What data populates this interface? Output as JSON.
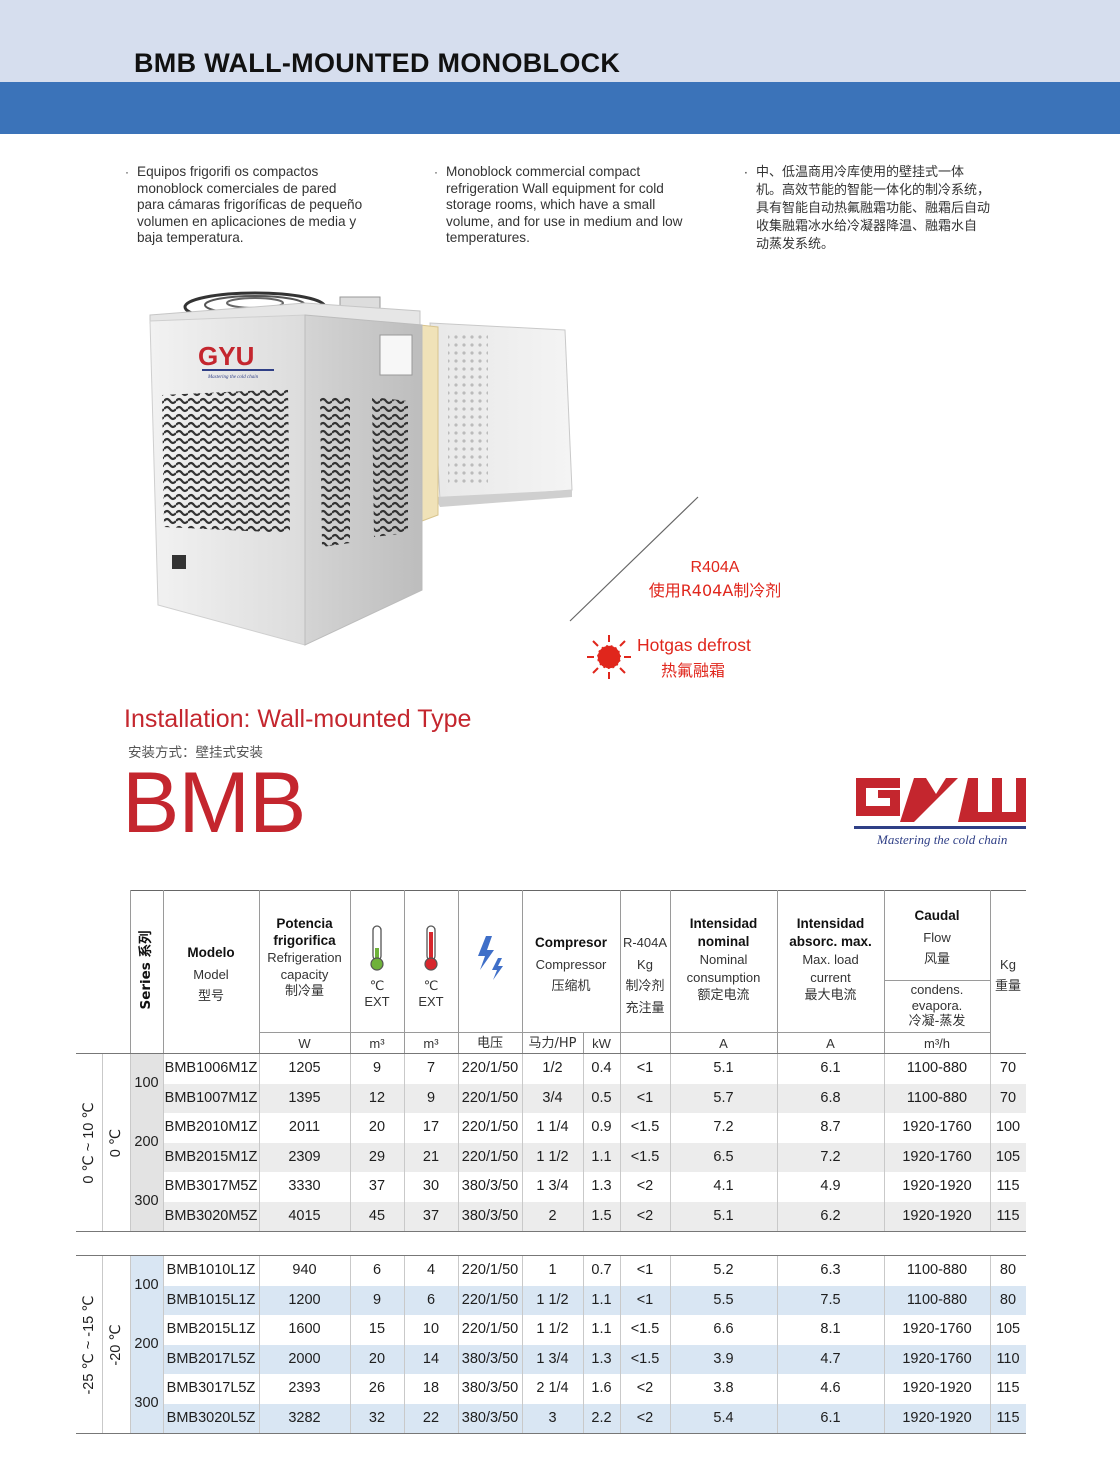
{
  "header": {
    "title": "BMB WALL-MOUNTED MONOBLOCK"
  },
  "intro": {
    "es": [
      "Equipos frigorifi  os compactos",
      "monoblock comerciales de pared",
      "para cámaras frigoríficas de pequeño",
      "volumen en aplicaciones de media y",
      "baja temperatura."
    ],
    "en": [
      "Monoblock commercial compact",
      "refrigeration Wall equipment for cold",
      "storage rooms, which have a small",
      "volume, and for use in medium and low",
      "temperatures."
    ],
    "cn": [
      "中、低温商用冷库使用的壁挂式一体",
      "机。高效节能的智能一体化的制冷系统，",
      "具有智能自动热氟融霜功能、融霜后自动",
      "收集融霜冰水给冷凝器降温、融霜水自",
      "动蒸发系统。"
    ]
  },
  "product_image": {
    "logo_text": "GYU",
    "logo_sub": "Mastering the cold chain"
  },
  "callouts": {
    "refrigerant": "R404A",
    "refrigerant_cn": "使用R404A制冷剂",
    "defrost": "Hotgas defrost",
    "defrost_cn": "热氟融霜"
  },
  "installation": {
    "title": "Installation: Wall-mounted Type",
    "subtitle_cn": "安装方式：壁挂式安装",
    "model_family": "BMB"
  },
  "brand": {
    "logo_text": "GYU",
    "tagline": "Mastering the cold chain"
  },
  "colors": {
    "top_band": "#d6deee",
    "blue_band": "#3b73b9",
    "accent_red": "#c4262e",
    "callout_red": "#e0261c",
    "logo_blue": "#2f3f86",
    "row_blue": "#d9e6f3",
    "row_grey": "#ececec"
  },
  "table": {
    "headers": {
      "series": "Series 系列",
      "model": [
        "Modelo",
        "Model",
        "型号"
      ],
      "capacity": [
        "Potencia",
        "frigorifica",
        "Refrigeration",
        "capacity",
        "制冷量"
      ],
      "temp_ext_1": [
        "℃",
        "EXT"
      ],
      "temp_ext_2": [
        "℃",
        "EXT"
      ],
      "compressor": [
        "Compresor",
        "Compressor",
        "压缩机"
      ],
      "refrigerant": [
        "R-404A",
        "Kg",
        "制冷剂",
        "充注量"
      ],
      "nominal": [
        "Intensidad",
        "nominal",
        "Nominal",
        "consumption",
        "额定电流"
      ],
      "max_load": [
        "Intensidad",
        "absorc. max.",
        "Max. load",
        "current",
        "最大电流"
      ],
      "flow": [
        "Caudal",
        "Flow",
        "风量"
      ],
      "flow_sub": [
        "condens.",
        "evapora.",
        "冷凝-蒸发"
      ],
      "weight": [
        "Kg",
        "重量"
      ]
    },
    "units": [
      "W",
      "m³",
      "m³",
      "电压",
      "马力/HP",
      "kW",
      "A",
      "A",
      "m³/h"
    ],
    "group1": {
      "range": "0 ℃ ~ 10 ℃",
      "temp": "0 ℃",
      "rows": [
        {
          "series": "100",
          "model": "BMB1006M1Z",
          "w": "1205",
          "m1": "9",
          "m2": "7",
          "volt": "220/1/50",
          "hp": "1/2",
          "kw": "0.4",
          "kg": "<1",
          "nom": "5.1",
          "max": "6.1",
          "flow": "1100-880",
          "wt": "70"
        },
        {
          "series": "",
          "model": "BMB1007M1Z",
          "w": "1395",
          "m1": "12",
          "m2": "9",
          "volt": "220/1/50",
          "hp": "3/4",
          "kw": "0.5",
          "kg": "<1",
          "nom": "5.7",
          "max": "6.8",
          "flow": "1100-880",
          "wt": "70"
        },
        {
          "series": "200",
          "model": "BMB2010M1Z",
          "w": "2011",
          "m1": "20",
          "m2": "17",
          "volt": "220/1/50",
          "hp": "1 1/4",
          "kw": "0.9",
          "kg": "<1.5",
          "nom": "7.2",
          "max": "8.7",
          "flow": "1920-1760",
          "wt": "100"
        },
        {
          "series": "",
          "model": "BMB2015M1Z",
          "w": "2309",
          "m1": "29",
          "m2": "21",
          "volt": "220/1/50",
          "hp": "1 1/2",
          "kw": "1.1",
          "kg": "<1.5",
          "nom": "6.5",
          "max": "7.2",
          "flow": "1920-1760",
          "wt": "105"
        },
        {
          "series": "300",
          "model": "BMB3017M5Z",
          "w": "3330",
          "m1": "37",
          "m2": "30",
          "volt": "380/3/50",
          "hp": "1 3/4",
          "kw": "1.3",
          "kg": "<2",
          "nom": "4.1",
          "max": "4.9",
          "flow": "1920-1920",
          "wt": "115"
        },
        {
          "series": "",
          "model": "BMB3020M5Z",
          "w": "4015",
          "m1": "45",
          "m2": "37",
          "volt": "380/3/50",
          "hp": "2",
          "kw": "1.5",
          "kg": "<2",
          "nom": "5.1",
          "max": "6.2",
          "flow": "1920-1920",
          "wt": "115"
        }
      ]
    },
    "group2": {
      "range": "-25 ℃ ~ -15 ℃",
      "temp": "-20 ℃",
      "rows": [
        {
          "series": "100",
          "model": "BMB1010L1Z",
          "w": "940",
          "m1": "6",
          "m2": "4",
          "volt": "220/1/50",
          "hp": "1",
          "kw": "0.7",
          "kg": "<1",
          "nom": "5.2",
          "max": "6.3",
          "flow": "1100-880",
          "wt": "80"
        },
        {
          "series": "",
          "model": "BMB1015L1Z",
          "w": "1200",
          "m1": "9",
          "m2": "6",
          "volt": "220/1/50",
          "hp": "1 1/2",
          "kw": "1.1",
          "kg": "<1",
          "nom": "5.5",
          "max": "7.5",
          "flow": "1100-880",
          "wt": "80"
        },
        {
          "series": "200",
          "model": "BMB2015L1Z",
          "w": "1600",
          "m1": "15",
          "m2": "10",
          "volt": "220/1/50",
          "hp": "1 1/2",
          "kw": "1.1",
          "kg": "<1.5",
          "nom": "6.6",
          "max": "8.1",
          "flow": "1920-1760",
          "wt": "105"
        },
        {
          "series": "",
          "model": "BMB2017L5Z",
          "w": "2000",
          "m1": "20",
          "m2": "14",
          "volt": "380/3/50",
          "hp": "1 3/4",
          "kw": "1.3",
          "kg": "<1.5",
          "nom": "3.9",
          "max": "4.7",
          "flow": "1920-1760",
          "wt": "110"
        },
        {
          "series": "300",
          "model": "BMB3017L5Z",
          "w": "2393",
          "m1": "26",
          "m2": "18",
          "volt": "380/3/50",
          "hp": "2 1/4",
          "kw": "1.6",
          "kg": "<2",
          "nom": "3.8",
          "max": "4.6",
          "flow": "1920-1920",
          "wt": "115"
        },
        {
          "series": "",
          "model": "BMB3020L5Z",
          "w": "3282",
          "m1": "32",
          "m2": "22",
          "volt": "380/3/50",
          "hp": "3",
          "kw": "2.2",
          "kg": "<2",
          "nom": "5.4",
          "max": "6.1",
          "flow": "1920-1920",
          "wt": "115"
        }
      ]
    }
  }
}
